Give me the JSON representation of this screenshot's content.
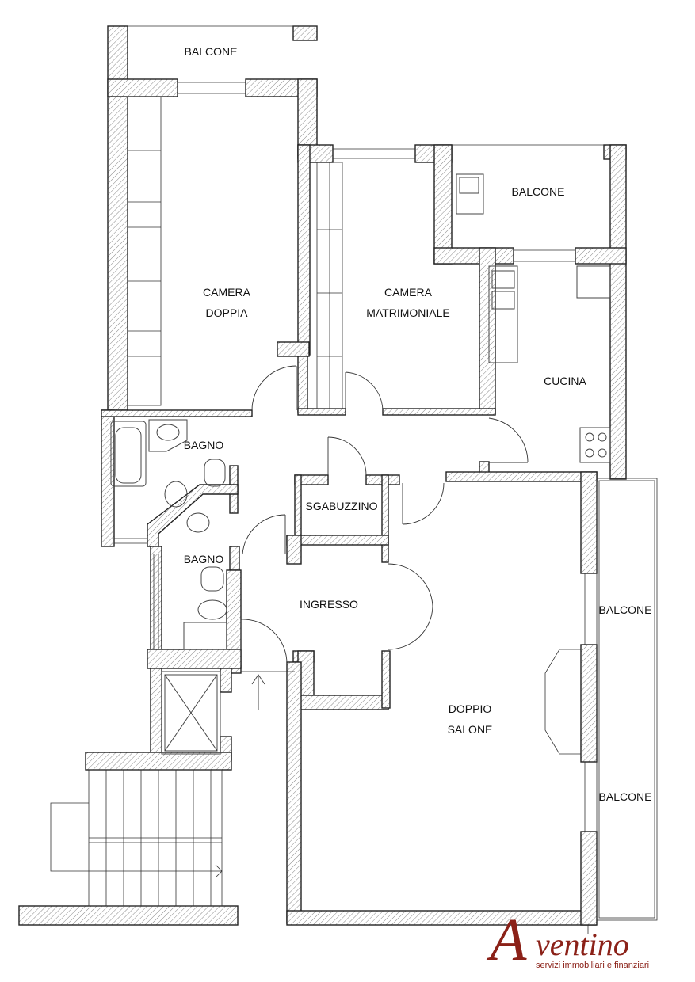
{
  "rooms": {
    "balcone_top": "BALCONE",
    "camera_doppia_1": "CAMERA",
    "camera_doppia_2": "DOPPIA",
    "camera_matr_1": "CAMERA",
    "camera_matr_2": "MATRIMONIALE",
    "balcone_kitchen": "BALCONE",
    "cucina": "CUCINA",
    "bagno_1": "BAGNO",
    "sgabuzzino": "SGABUZZINO",
    "bagno_2": "BAGNO",
    "ingresso": "INGRESSO",
    "balcone_right_1": "BALCONE",
    "salone_1": "DOPPIO",
    "salone_2": "SALONE",
    "balcone_right_2": "BALCONE"
  },
  "logo": {
    "initial": "A",
    "rest": "ventino",
    "tagline": "servizi immobiliari e finanziari",
    "color": "#8b2118"
  }
}
